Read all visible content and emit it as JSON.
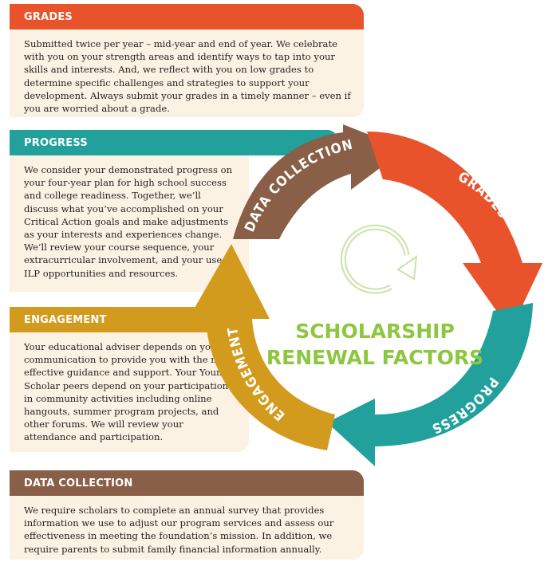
{
  "colors": {
    "grades": "#e8532c",
    "progress": "#21a09c",
    "engagement": "#d39b1e",
    "data_collection": "#8a5f48",
    "panel_bg": "#fcf2e3",
    "center_text": "#8dc63f"
  },
  "sections": {
    "grades": {
      "title": "GRADES",
      "text": "Submitted twice per year – mid-year and end of year. We celebrate with you on your strength areas and identify ways to tap into your skills and interests. And, we reflect with you on low grades to determine specific challenges and strategies to support your development. Always submit your grades in a timely manner – even if you are worried about a grade."
    },
    "progress": {
      "title": "PROGRESS",
      "text": "We consider your demonstrated progress on your four-year plan for high school success and college readiness. Together, we’ll discuss what you’ve accomplished on your Critical Action goals and make adjustments as your interests and experiences change. We’ll review your course sequence, your extracurricular involvement, and your use of ILP opportunities and resources."
    },
    "engagement": {
      "title": "ENGAGEMENT",
      "text": "Your educational adviser depends on your communication to provide you with the most effective guidance and support. Your Young Scholar peers depend on your participation in community activities including online hangouts, summer program projects, and other forums. We will review your attendance and participation."
    },
    "data_collection": {
      "title": "DATA COLLECTION",
      "text": "We require scholars to complete an annual survey that provides information we use to adjust our program services and assess our effectiveness in meeting the foundation’s mission. In addition, we require parents to submit family financial information annually."
    }
  },
  "cycle": {
    "labels": {
      "data_collection": "DATA COLLECTION",
      "grades": "GRADES",
      "progress": "PROGRESS",
      "engagement": "ENGAGEMENT"
    },
    "center_title_line1": "SCHOLARSHIP",
    "center_title_line2": "RENEWAL FACTORS",
    "center_icon": "circular-arrow-icon"
  }
}
